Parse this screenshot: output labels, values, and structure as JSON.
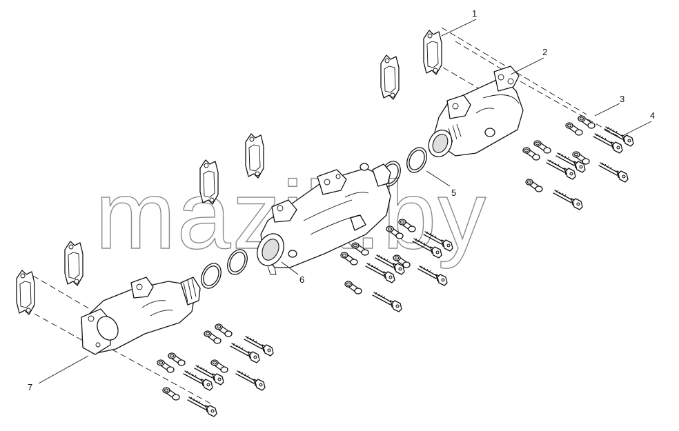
{
  "watermark": "mazik.by",
  "callouts": [
    {
      "id": "1",
      "label": "1"
    },
    {
      "id": "2",
      "label": "2"
    },
    {
      "id": "3",
      "label": "3"
    },
    {
      "id": "4",
      "label": "4"
    },
    {
      "id": "5",
      "label": "5"
    },
    {
      "id": "6",
      "label": "6"
    },
    {
      "id": "7",
      "label": "7"
    }
  ],
  "parts": {
    "gaskets": 6,
    "manifold_sections": 3,
    "seal_ring_pairs": 2,
    "spacer_sleeves": 18,
    "flange_bolts": 18
  }
}
